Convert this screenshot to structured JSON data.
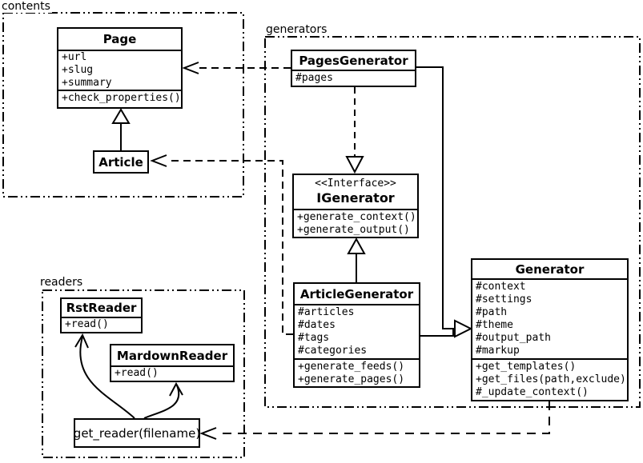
{
  "packages": {
    "contents": {
      "label": "contents"
    },
    "generators": {
      "label": "generators"
    },
    "readers": {
      "label": "readers"
    }
  },
  "classes": {
    "page": {
      "name": "Page",
      "attrs": [
        "+url",
        "+slug",
        "+summary"
      ],
      "methods": [
        "+check_properties()"
      ]
    },
    "article": {
      "name": "Article"
    },
    "pages_generator": {
      "name": "PagesGenerator",
      "attrs": [
        "#pages"
      ]
    },
    "igenerator": {
      "stereotype": "<<Interface>>",
      "name": "IGenerator",
      "methods": [
        "+generate_context()",
        "+generate_output()"
      ]
    },
    "article_generator": {
      "name": "ArticleGenerator",
      "attrs": [
        "#articles",
        "#dates",
        "#tags",
        "#categories"
      ],
      "methods": [
        "+generate_feeds()",
        "+generate_pages()"
      ]
    },
    "generator": {
      "name": "Generator",
      "attrs": [
        "#context",
        "#settings",
        "#path",
        "#theme",
        "#output_path",
        "#markup"
      ],
      "methods": [
        "+get_templates()",
        "+get_files(path,exclude)",
        "#_update_context()"
      ]
    },
    "rst_reader": {
      "name": "RstReader",
      "methods": [
        "+read()"
      ]
    },
    "markdown_reader": {
      "name": "MardownReader",
      "methods": [
        "+read()"
      ]
    },
    "get_reader": {
      "label": "get_reader(filename)"
    }
  },
  "colors": {
    "line": "#000000",
    "background": "#ffffff"
  }
}
